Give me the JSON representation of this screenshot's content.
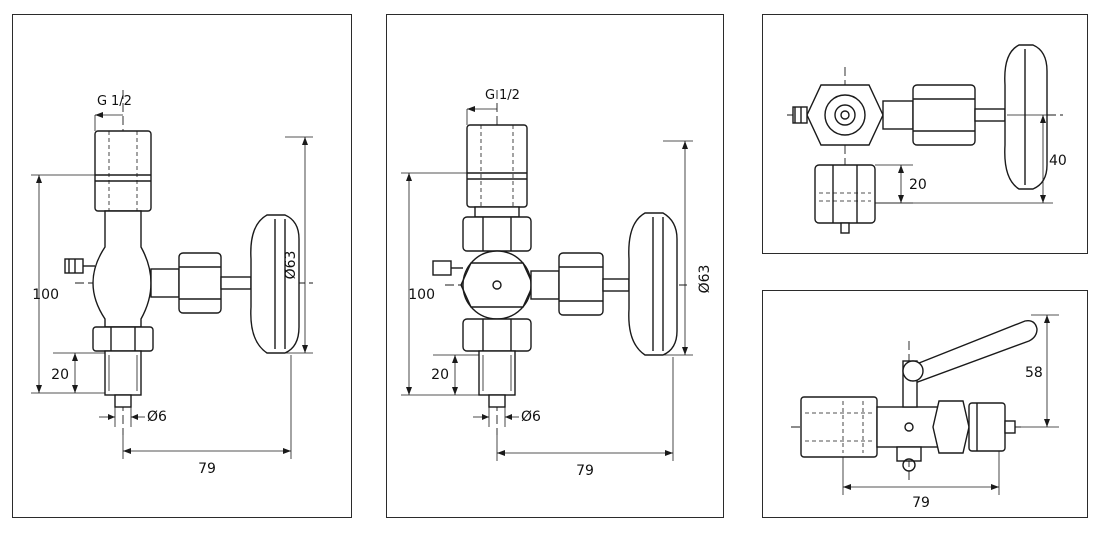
{
  "panel_1": {
    "thread_label": "G",
    "thread_fraction": "1/2",
    "dim_height": "100",
    "dim_bottom": "20",
    "dim_pin": "Ø6",
    "dim_handwheel": "Ø63",
    "dim_width": "79"
  },
  "panel_2": {
    "thread_label": "G",
    "thread_fraction": "1/2",
    "dim_height": "100",
    "dim_bottom": "20",
    "dim_pin": "Ø6",
    "dim_handwheel": "Ø63",
    "dim_width": "79"
  },
  "panel_3": {
    "dim_right": "40",
    "dim_left": "20"
  },
  "panel_4": {
    "dim_lever": "58",
    "dim_width": "79"
  }
}
